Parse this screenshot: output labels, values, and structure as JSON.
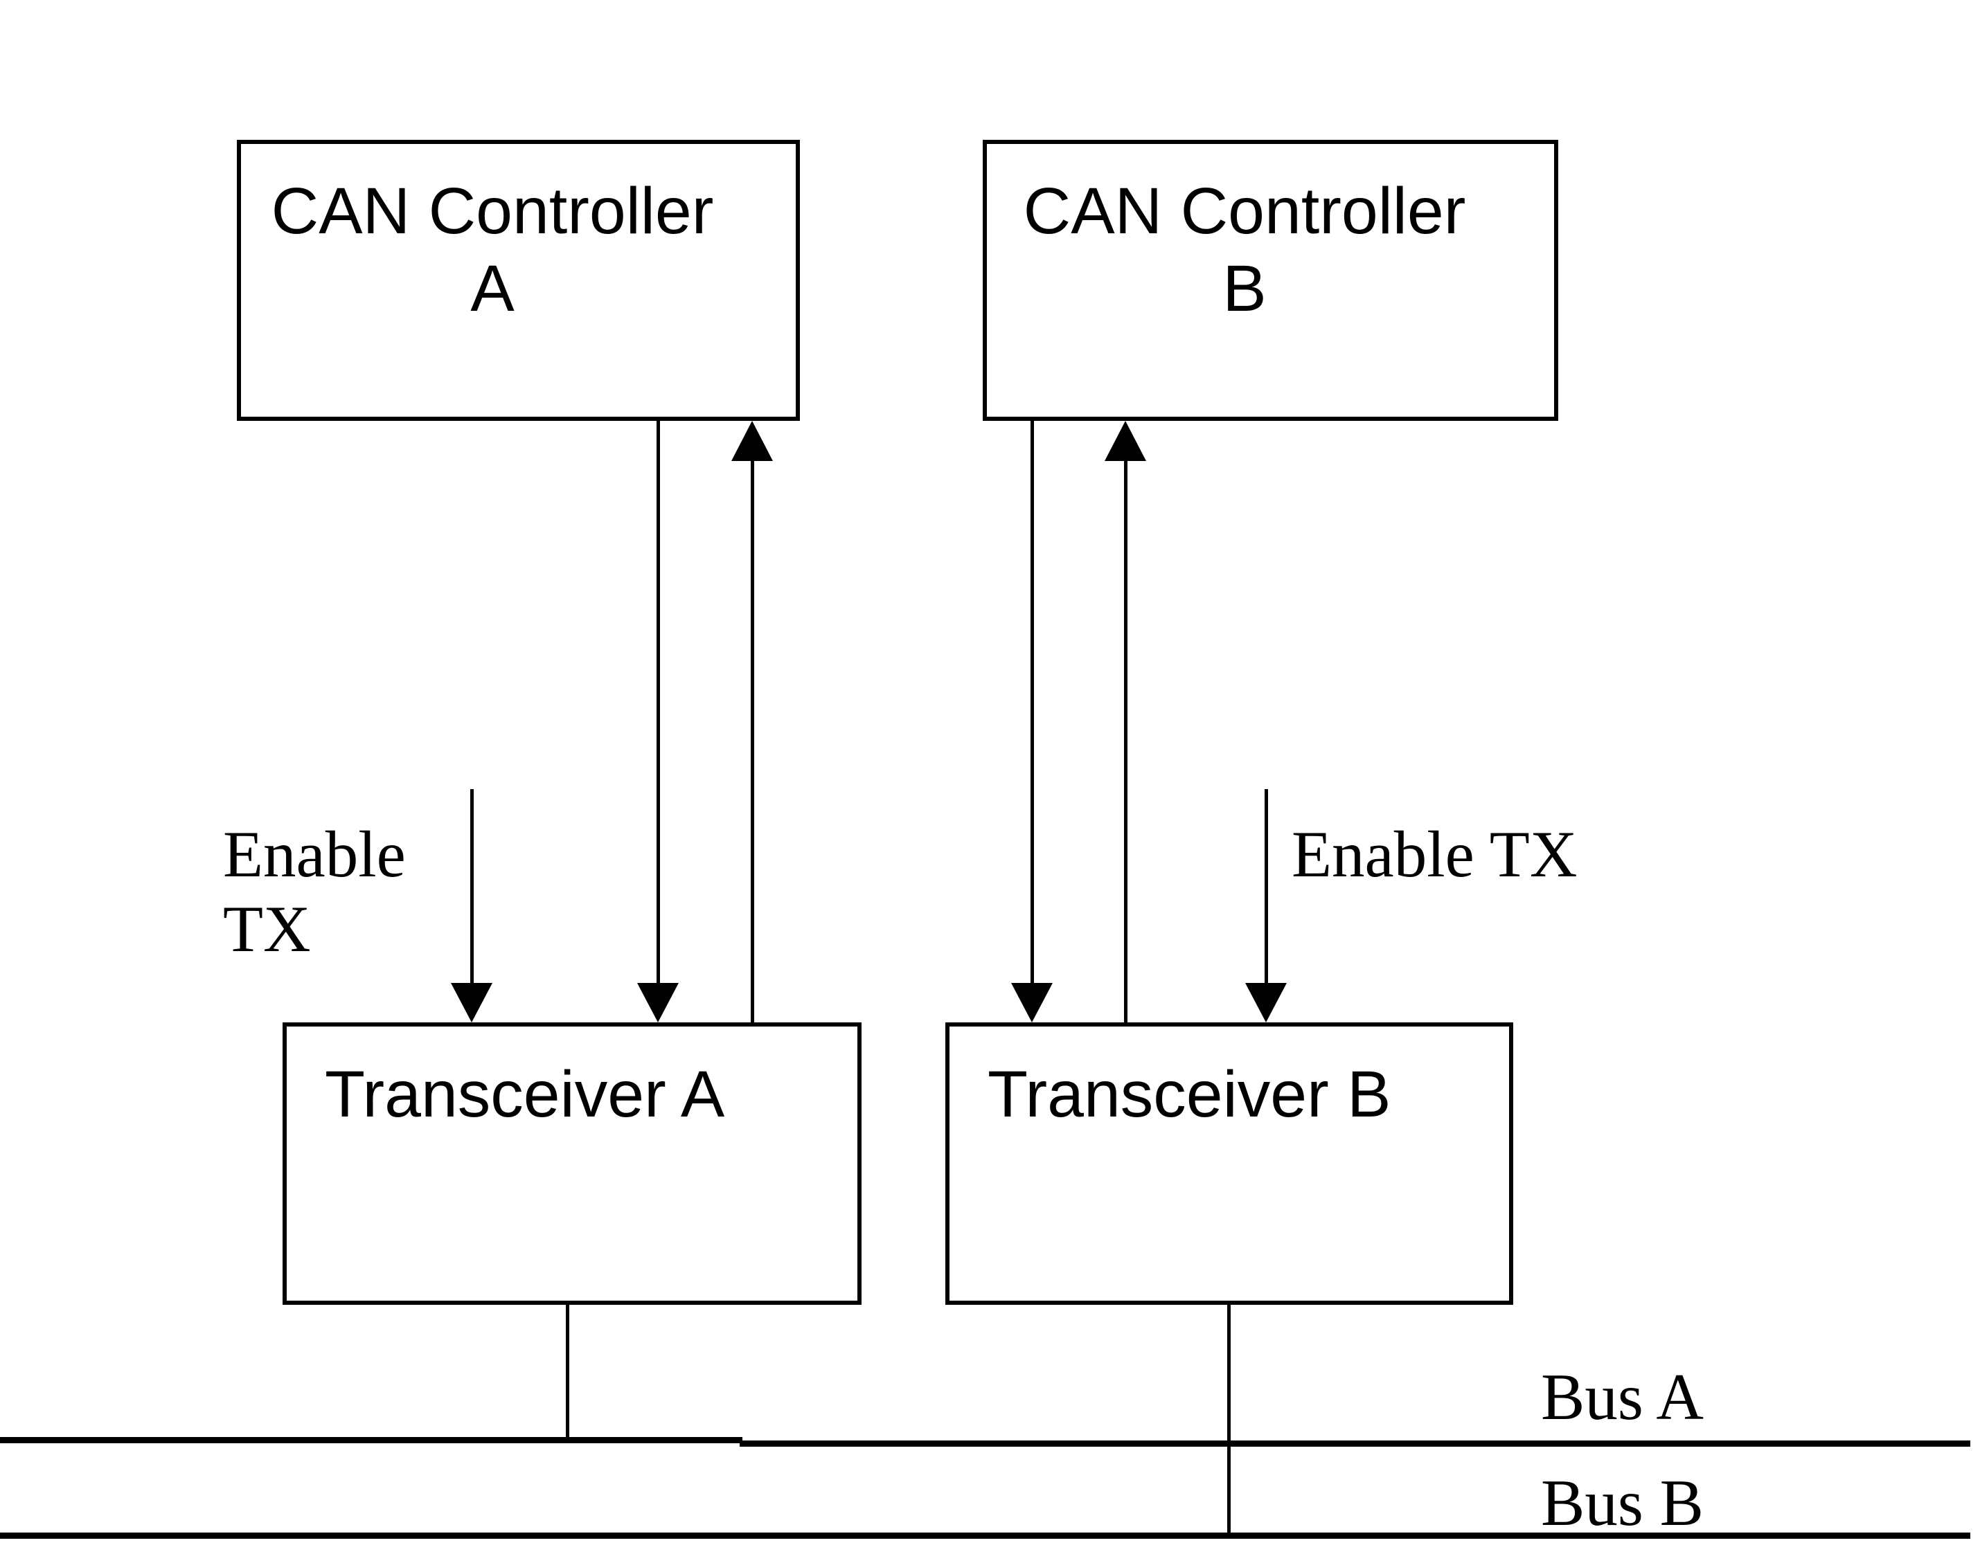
{
  "diagram": {
    "description": "Dual CAN controller / transceiver redundancy block diagram",
    "nodes": {
      "can_a": {
        "line1": "CAN Controller",
        "line2": "A"
      },
      "can_b": {
        "line1": "CAN Controller",
        "line2": "B"
      },
      "tx_a": {
        "label": "Transceiver A"
      },
      "tx_b": {
        "label": "Transceiver B"
      }
    },
    "signals": {
      "enable_a_line1": "Enable",
      "enable_a_line2": "TX",
      "enable_b": "Enable TX"
    },
    "buses": {
      "bus_a": "Bus A",
      "bus_b": "Bus B"
    },
    "colors": {
      "line": "#000000",
      "background": "#ffffff"
    }
  }
}
